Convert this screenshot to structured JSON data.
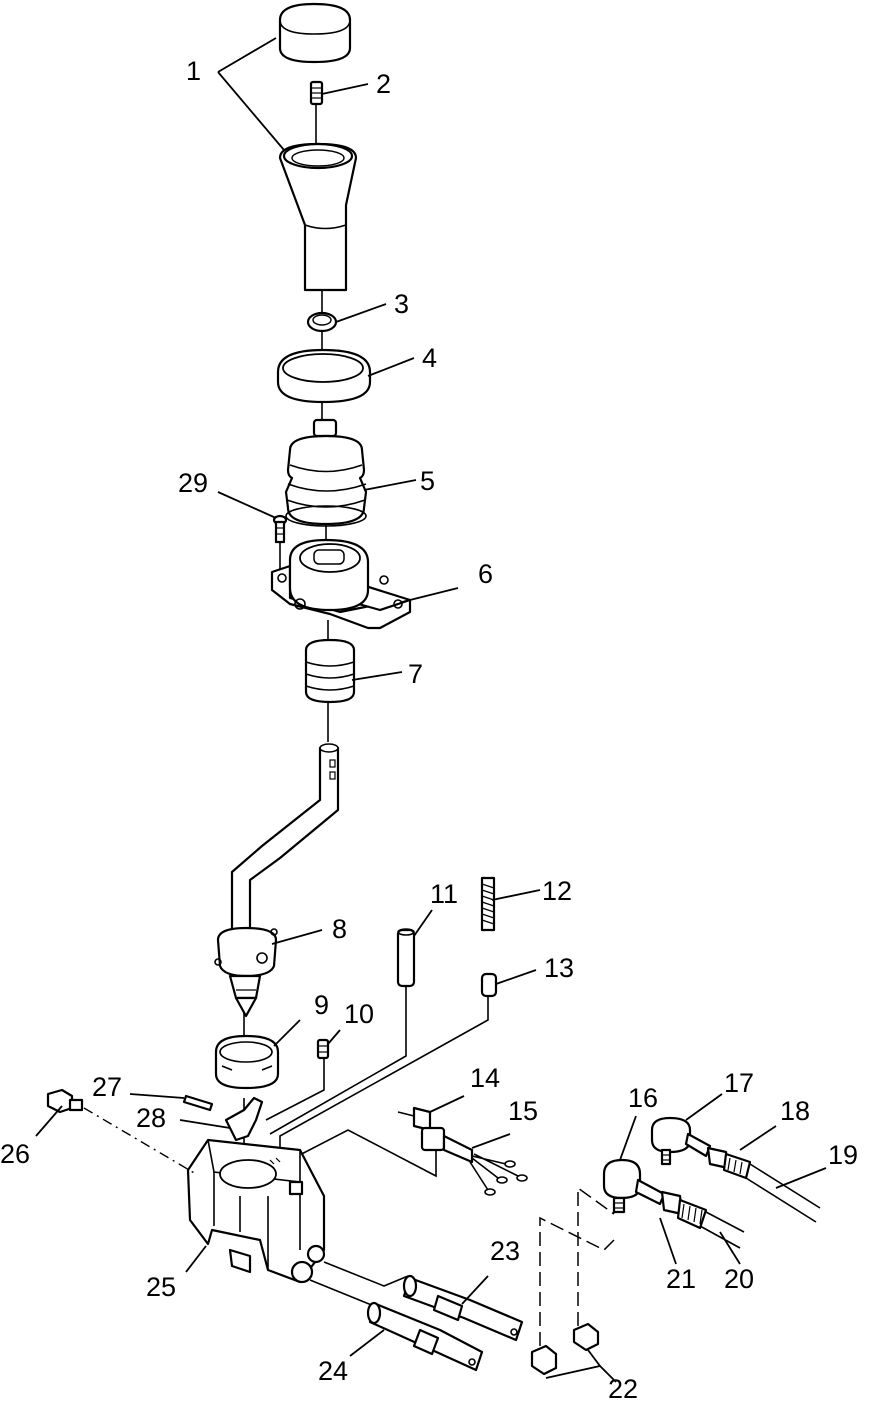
{
  "labels": [
    {
      "id": "1",
      "text": "1"
    },
    {
      "id": "2",
      "text": "2"
    },
    {
      "id": "3",
      "text": "3"
    },
    {
      "id": "4",
      "text": "4"
    },
    {
      "id": "5",
      "text": "5"
    },
    {
      "id": "6",
      "text": "6"
    },
    {
      "id": "7",
      "text": "7"
    },
    {
      "id": "8",
      "text": "8"
    },
    {
      "id": "9",
      "text": "9"
    },
    {
      "id": "10",
      "text": "10"
    },
    {
      "id": "11",
      "text": "11"
    },
    {
      "id": "12",
      "text": "12"
    },
    {
      "id": "13",
      "text": "13"
    },
    {
      "id": "14",
      "text": "14"
    },
    {
      "id": "15",
      "text": "15"
    },
    {
      "id": "16",
      "text": "16"
    },
    {
      "id": "17",
      "text": "17"
    },
    {
      "id": "18",
      "text": "18"
    },
    {
      "id": "19",
      "text": "19"
    },
    {
      "id": "20",
      "text": "20"
    },
    {
      "id": "21",
      "text": "21"
    },
    {
      "id": "22",
      "text": "22"
    },
    {
      "id": "23",
      "text": "23"
    },
    {
      "id": "24",
      "text": "24"
    },
    {
      "id": "25",
      "text": "25"
    },
    {
      "id": "26",
      "text": "26"
    },
    {
      "id": "27",
      "text": "27"
    },
    {
      "id": "28",
      "text": "28"
    },
    {
      "id": "29",
      "text": "29"
    }
  ]
}
